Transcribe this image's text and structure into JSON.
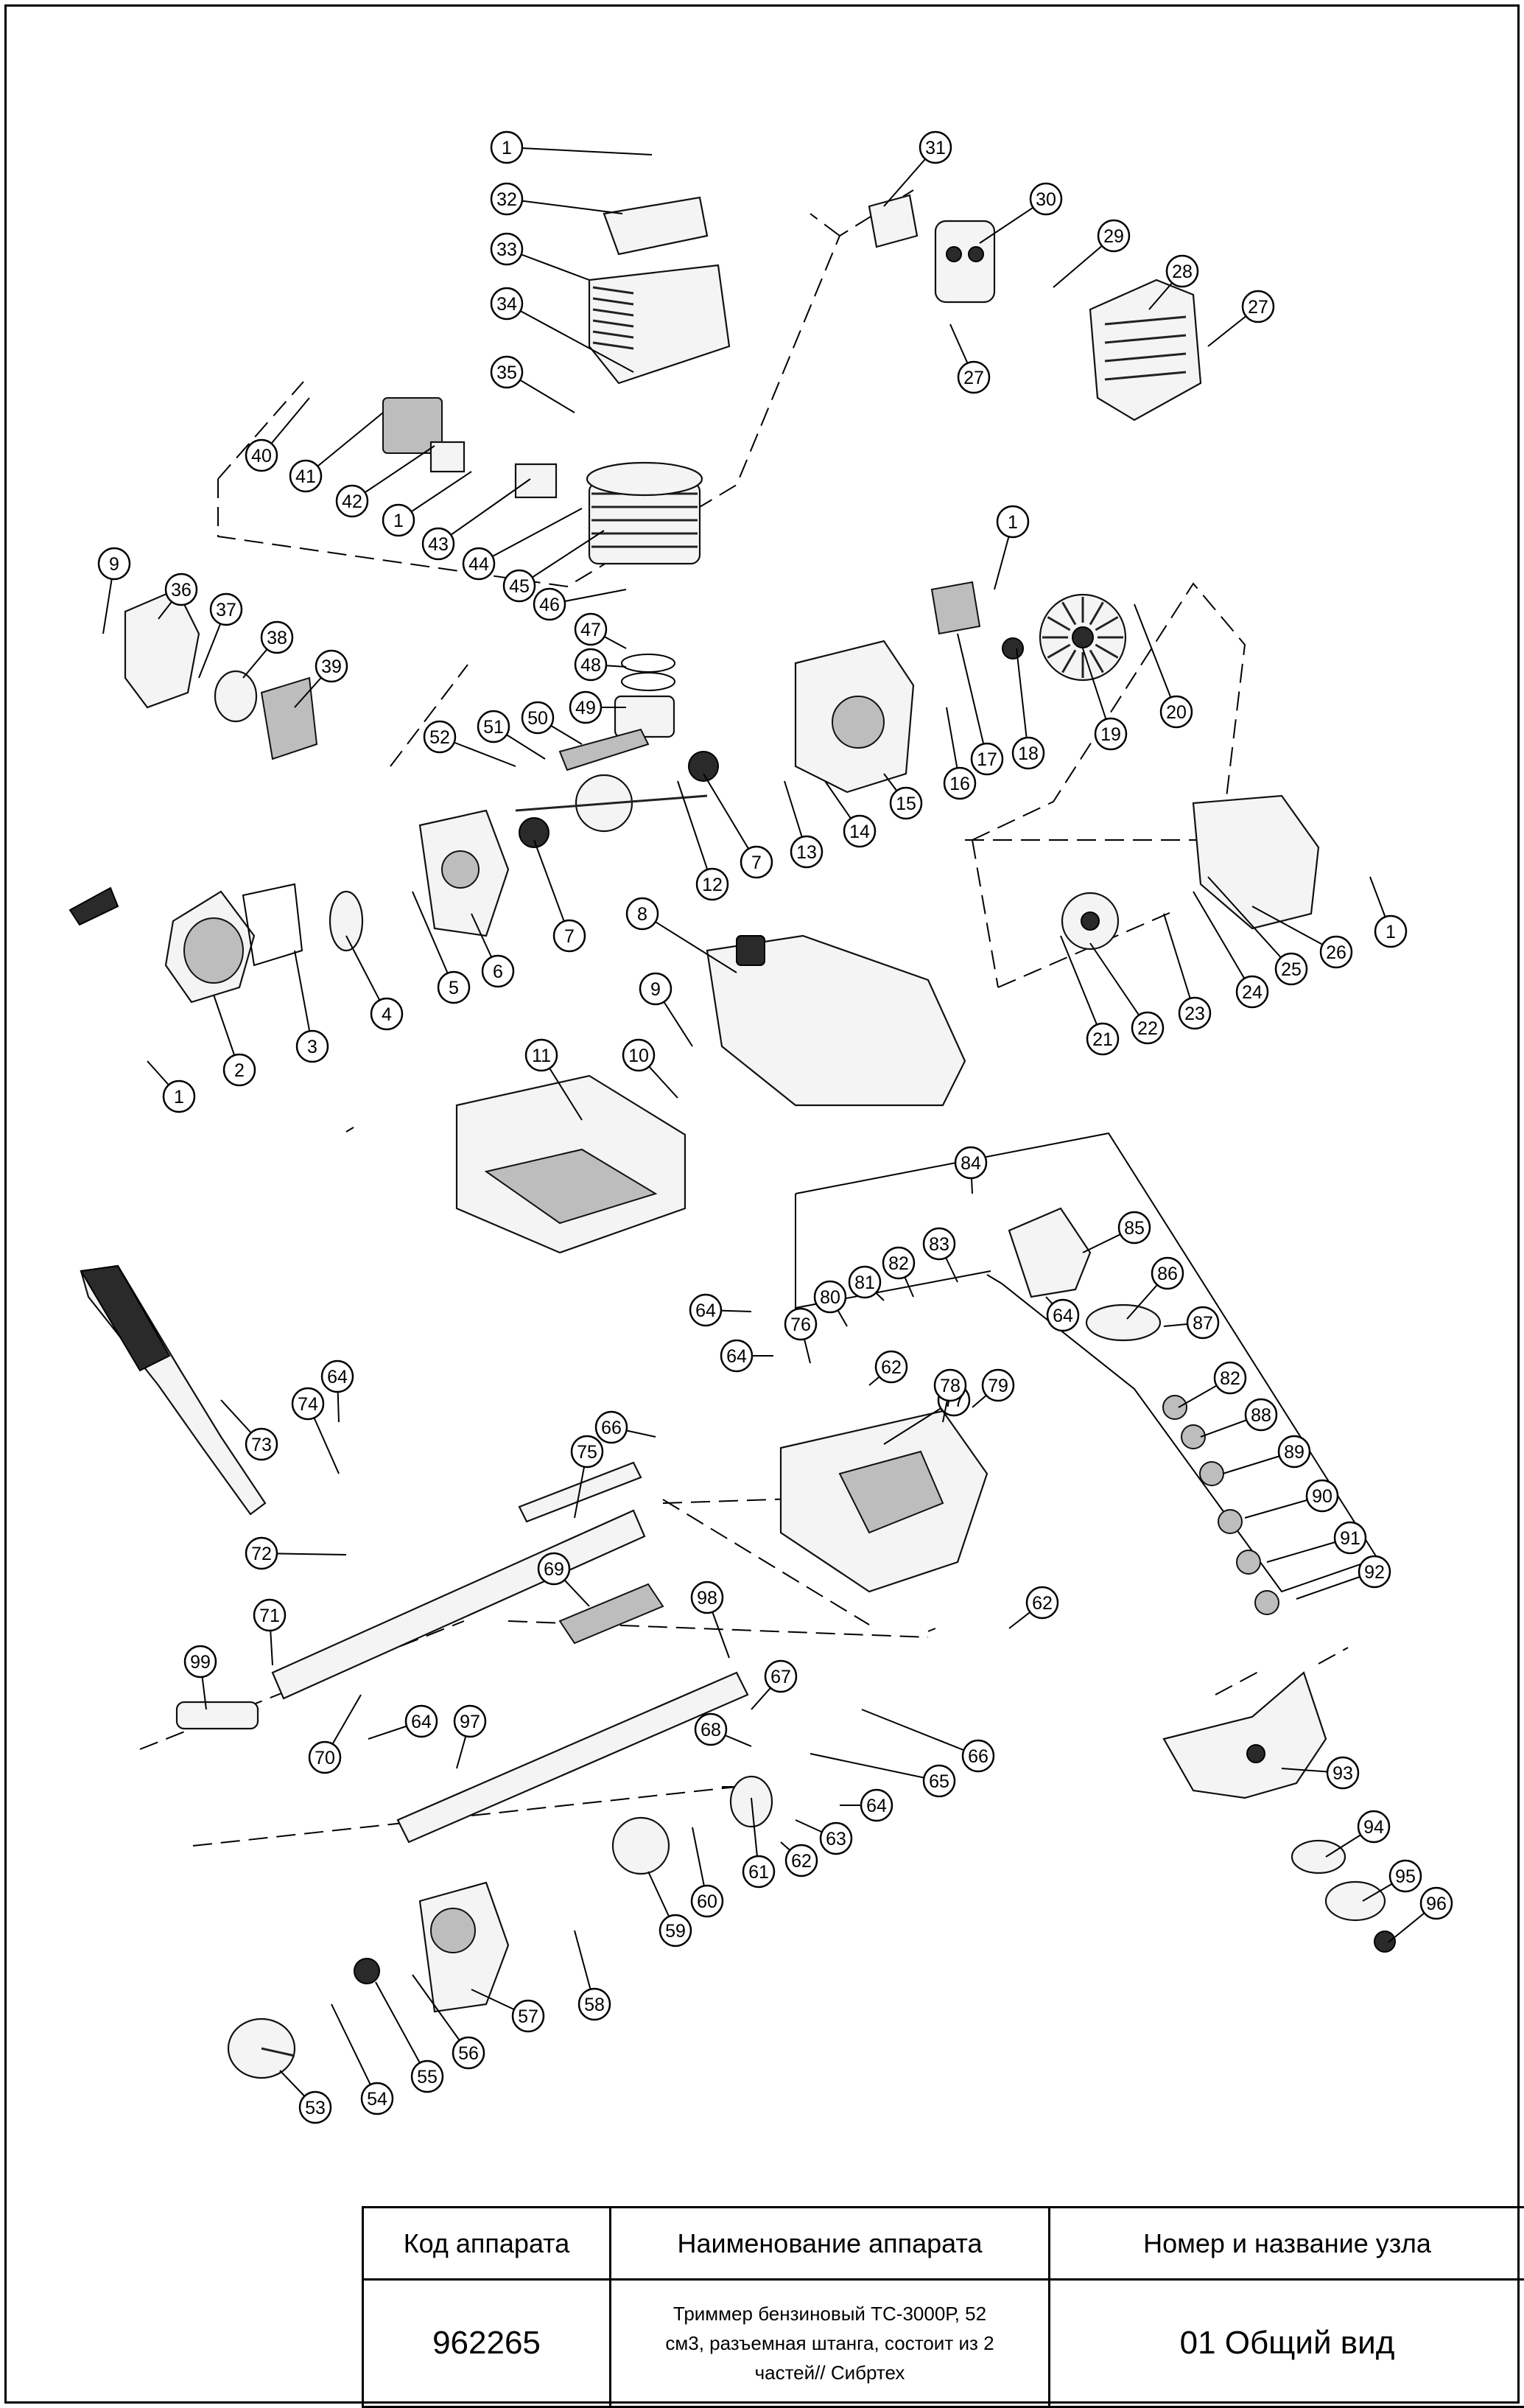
{
  "diagram": {
    "callouts": [
      {
        "id": "c1a",
        "label": "1"
      },
      {
        "id": "c32",
        "label": "32"
      },
      {
        "id": "c33",
        "label": "33"
      },
      {
        "id": "c34",
        "label": "34"
      },
      {
        "id": "c35",
        "label": "35"
      },
      {
        "id": "c40",
        "label": "40"
      },
      {
        "id": "c41",
        "label": "41"
      },
      {
        "id": "c42",
        "label": "42"
      },
      {
        "id": "c1b",
        "label": "1"
      },
      {
        "id": "c43",
        "label": "43"
      },
      {
        "id": "c44",
        "label": "44"
      },
      {
        "id": "c45",
        "label": "45"
      },
      {
        "id": "c46",
        "label": "46"
      },
      {
        "id": "c31",
        "label": "31"
      },
      {
        "id": "c30",
        "label": "30"
      },
      {
        "id": "c29",
        "label": "29"
      },
      {
        "id": "c28",
        "label": "28"
      },
      {
        "id": "c27a",
        "label": "27"
      },
      {
        "id": "c27b",
        "label": "27"
      },
      {
        "id": "c9a",
        "label": "9"
      },
      {
        "id": "c36",
        "label": "36"
      },
      {
        "id": "c37",
        "label": "37"
      },
      {
        "id": "c38",
        "label": "38"
      },
      {
        "id": "c39",
        "label": "39"
      },
      {
        "id": "c47",
        "label": "47"
      },
      {
        "id": "c48",
        "label": "48"
      },
      {
        "id": "c49",
        "label": "49"
      },
      {
        "id": "c50",
        "label": "50"
      },
      {
        "id": "c51",
        "label": "51"
      },
      {
        "id": "c52",
        "label": "52"
      },
      {
        "id": "c1c",
        "label": "1"
      },
      {
        "id": "c17",
        "label": "17"
      },
      {
        "id": "c18",
        "label": "18"
      },
      {
        "id": "c19",
        "label": "19"
      },
      {
        "id": "c20",
        "label": "20"
      },
      {
        "id": "c16",
        "label": "16"
      },
      {
        "id": "c15",
        "label": "15"
      },
      {
        "id": "c14",
        "label": "14"
      },
      {
        "id": "c13",
        "label": "13"
      },
      {
        "id": "c12",
        "label": "12"
      },
      {
        "id": "c7a",
        "label": "7"
      },
      {
        "id": "c7b",
        "label": "7"
      },
      {
        "id": "c6",
        "label": "6"
      },
      {
        "id": "c5",
        "label": "5"
      },
      {
        "id": "c4",
        "label": "4"
      },
      {
        "id": "c3",
        "label": "3"
      },
      {
        "id": "c2",
        "label": "2"
      },
      {
        "id": "c1d",
        "label": "1"
      },
      {
        "id": "c21",
        "label": "21"
      },
      {
        "id": "c22",
        "label": "22"
      },
      {
        "id": "c23",
        "label": "23"
      },
      {
        "id": "c24",
        "label": "24"
      },
      {
        "id": "c25",
        "label": "25"
      },
      {
        "id": "c26",
        "label": "26"
      },
      {
        "id": "c1e",
        "label": "1"
      },
      {
        "id": "c8",
        "label": "8"
      },
      {
        "id": "c9b",
        "label": "9"
      },
      {
        "id": "c10",
        "label": "10"
      },
      {
        "id": "c11",
        "label": "11"
      },
      {
        "id": "c84",
        "label": "84"
      },
      {
        "id": "c85",
        "label": "85"
      },
      {
        "id": "c86",
        "label": "86"
      },
      {
        "id": "c87",
        "label": "87"
      },
      {
        "id": "c83",
        "label": "83"
      },
      {
        "id": "c82a",
        "label": "82"
      },
      {
        "id": "c81",
        "label": "81"
      },
      {
        "id": "c80",
        "label": "80"
      },
      {
        "id": "c64a",
        "label": "64"
      },
      {
        "id": "c64b",
        "label": "64"
      },
      {
        "id": "c64c",
        "label": "64"
      },
      {
        "id": "c76",
        "label": "76"
      },
      {
        "id": "c62a",
        "label": "62"
      },
      {
        "id": "c77",
        "label": "77"
      },
      {
        "id": "c78",
        "label": "78"
      },
      {
        "id": "c79",
        "label": "79"
      },
      {
        "id": "c82b",
        "label": "82"
      },
      {
        "id": "c88",
        "label": "88"
      },
      {
        "id": "c89",
        "label": "89"
      },
      {
        "id": "c90",
        "label": "90"
      },
      {
        "id": "c91",
        "label": "91"
      },
      {
        "id": "c92",
        "label": "92"
      },
      {
        "id": "c64d",
        "label": "64"
      },
      {
        "id": "c74",
        "label": "74"
      },
      {
        "id": "c73",
        "label": "73"
      },
      {
        "id": "c72",
        "label": "72"
      },
      {
        "id": "c66a",
        "label": "66"
      },
      {
        "id": "c75",
        "label": "75"
      },
      {
        "id": "c69",
        "label": "69"
      },
      {
        "id": "c71",
        "label": "71"
      },
      {
        "id": "c98",
        "label": "98"
      },
      {
        "id": "c62b",
        "label": "62"
      },
      {
        "id": "c99",
        "label": "99"
      },
      {
        "id": "c70",
        "label": "70"
      },
      {
        "id": "c64e",
        "label": "64"
      },
      {
        "id": "c97",
        "label": "97"
      },
      {
        "id": "c67",
        "label": "67"
      },
      {
        "id": "c68",
        "label": "68"
      },
      {
        "id": "c66b",
        "label": "66"
      },
      {
        "id": "c65",
        "label": "65"
      },
      {
        "id": "c64f",
        "label": "64"
      },
      {
        "id": "c63",
        "label": "63"
      },
      {
        "id": "c62c",
        "label": "62"
      },
      {
        "id": "c61",
        "label": "61"
      },
      {
        "id": "c60",
        "label": "60"
      },
      {
        "id": "c59",
        "label": "59"
      },
      {
        "id": "c58",
        "label": "58"
      },
      {
        "id": "c57",
        "label": "57"
      },
      {
        "id": "c56",
        "label": "56"
      },
      {
        "id": "c55",
        "label": "55"
      },
      {
        "id": "c54",
        "label": "54"
      },
      {
        "id": "c53",
        "label": "53"
      },
      {
        "id": "c93",
        "label": "93"
      },
      {
        "id": "c94",
        "label": "94"
      },
      {
        "id": "c95",
        "label": "95"
      },
      {
        "id": "c96",
        "label": "96"
      }
    ]
  },
  "title_block": {
    "headers": {
      "code": "Код аппарата",
      "name": "Наименование аппарата",
      "node": "Номер и название узла"
    },
    "code": "962265",
    "name_lines": [
      "Триммер бензиновый ТС-3000Р, 52",
      "см3, разъемная штанга, состоит из 2",
      "частей// Сибртех"
    ],
    "node": "01 Общий вид"
  }
}
